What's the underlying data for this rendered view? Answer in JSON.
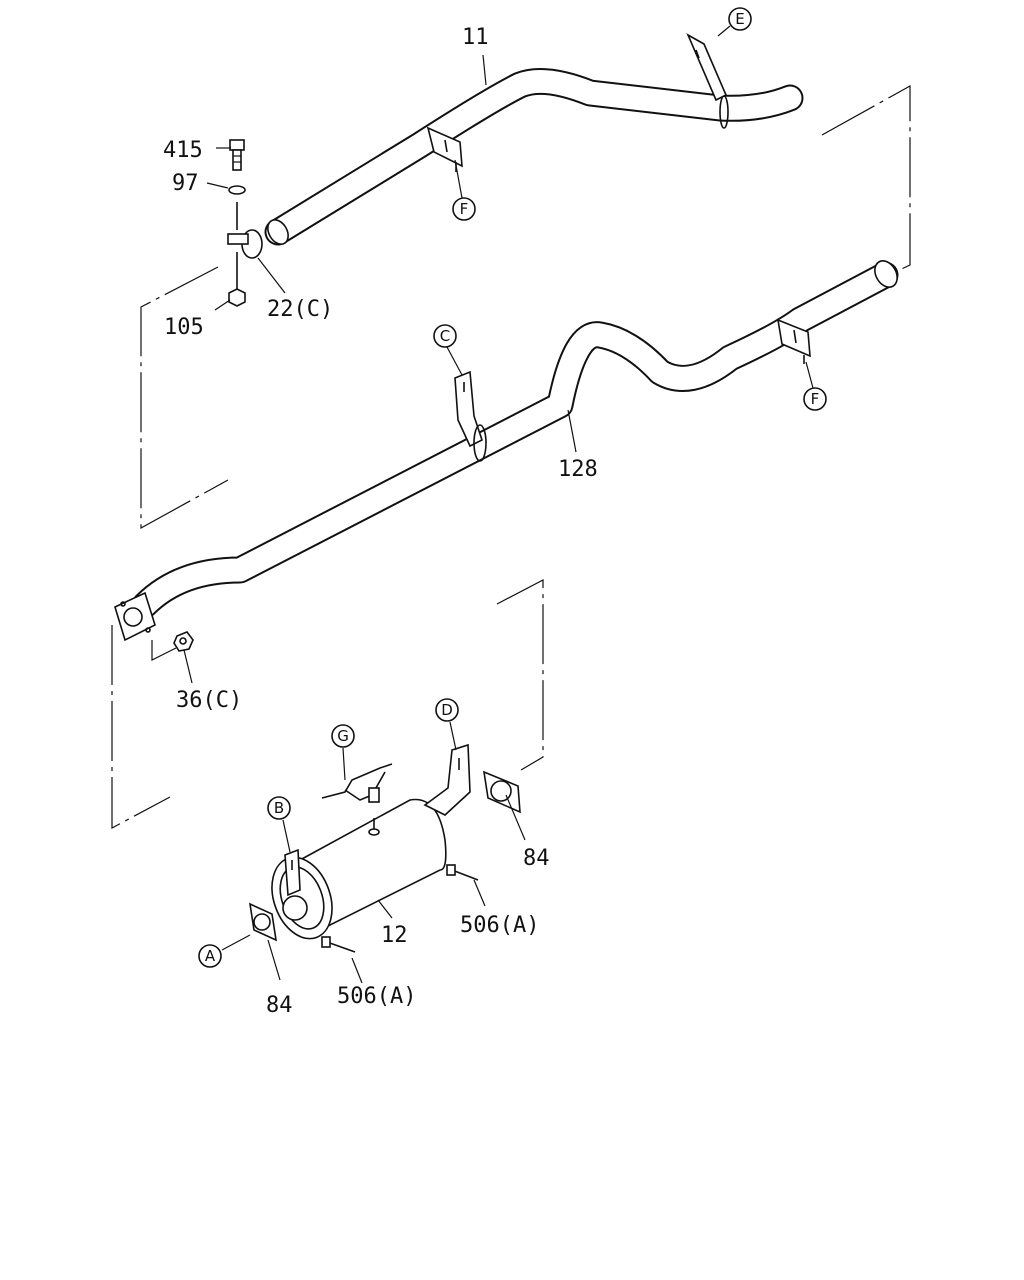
{
  "callouts": [
    {
      "id": "c11",
      "label": "11"
    },
    {
      "id": "c128",
      "label": "128"
    },
    {
      "id": "c12",
      "label": "12"
    },
    {
      "id": "c415",
      "label": "415"
    },
    {
      "id": "c97",
      "label": "97"
    },
    {
      "id": "c105",
      "label": "105"
    },
    {
      "id": "c22",
      "label": "22(C)"
    },
    {
      "id": "c36",
      "label": "36(C)"
    },
    {
      "id": "c84a",
      "label": "84"
    },
    {
      "id": "c84b",
      "label": "84"
    },
    {
      "id": "c506a",
      "label": "506(A)"
    },
    {
      "id": "c506b",
      "label": "506(A)"
    }
  ],
  "reference_markers": [
    {
      "id": "mE",
      "letter": "E"
    },
    {
      "id": "mF1",
      "letter": "F"
    },
    {
      "id": "mF2",
      "letter": "F"
    },
    {
      "id": "mC",
      "letter": "C"
    },
    {
      "id": "mG",
      "letter": "G"
    },
    {
      "id": "mD",
      "letter": "D"
    },
    {
      "id": "mB",
      "letter": "B"
    },
    {
      "id": "mA",
      "letter": "A"
    }
  ]
}
